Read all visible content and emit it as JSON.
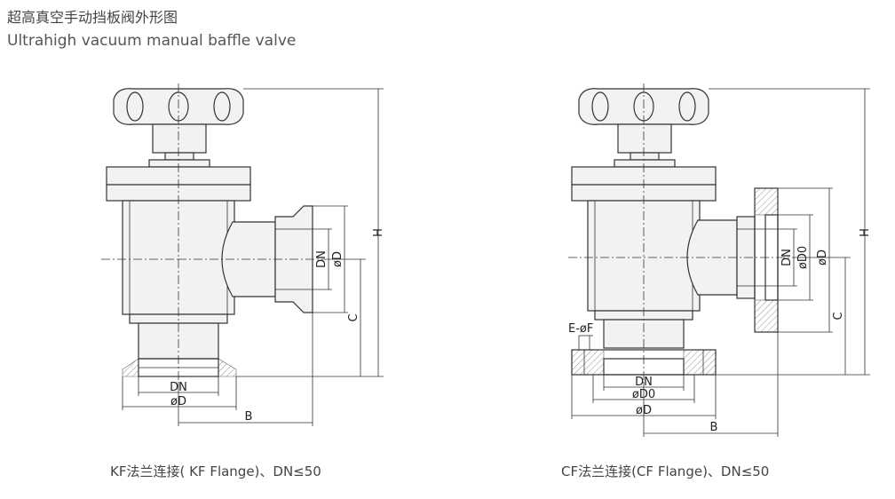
{
  "header": {
    "title_zh": "超高真空手动挡板阀外形图",
    "title_en": "Ultrahigh vacuum manual baffle valve"
  },
  "left_drawing": {
    "caption": "KF法兰连接( KF Flange)、DN≤50",
    "labels": {
      "h": "H",
      "c": "C",
      "dn_side": "DN",
      "od_side": "øD",
      "dn_bottom": "DN",
      "od_bottom": "øD",
      "b": "B"
    }
  },
  "right_drawing": {
    "caption": "CF法兰连接(CF Flange)、DN≤50",
    "labels": {
      "h": "H",
      "c": "C",
      "dn_side": "DN",
      "od0_side": "øD0",
      "od_side": "øD",
      "e_of": "E-øF",
      "dn_bottom": "DN",
      "od0_bottom": "øD0",
      "od_bottom": "øD",
      "b": "B"
    }
  }
}
